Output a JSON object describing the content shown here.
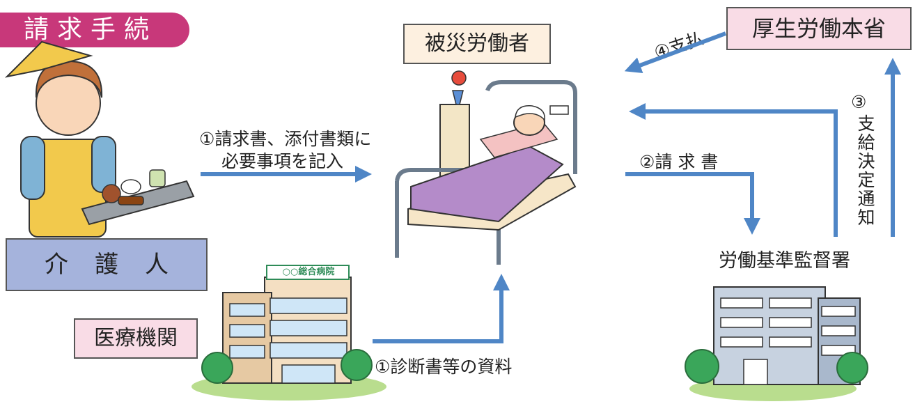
{
  "header": {
    "title": "請求手続"
  },
  "nodes": {
    "victim": "被災労働者",
    "ministry": "厚生労働本省",
    "caregiver": "介護人",
    "medical": "医療機関",
    "labor_office": "労働基準監督署",
    "hospital_sign": "○○総合病院"
  },
  "steps": {
    "step1_line1": "①請求書、添付書類に",
    "step1_line2": "必要事項を記入",
    "step1_docs": "①診断書等の資料",
    "step2": "②請 求 書",
    "step3_num": "③",
    "step3_text": "支給決定通知",
    "step4": "④支払"
  },
  "colors": {
    "arrow": "#4f86c6",
    "title_bg": "#c8387a",
    "caregiver_bg": "#a5b3dc",
    "pink_box": "#f9dce6",
    "cream_box": "#fdf0e0"
  }
}
